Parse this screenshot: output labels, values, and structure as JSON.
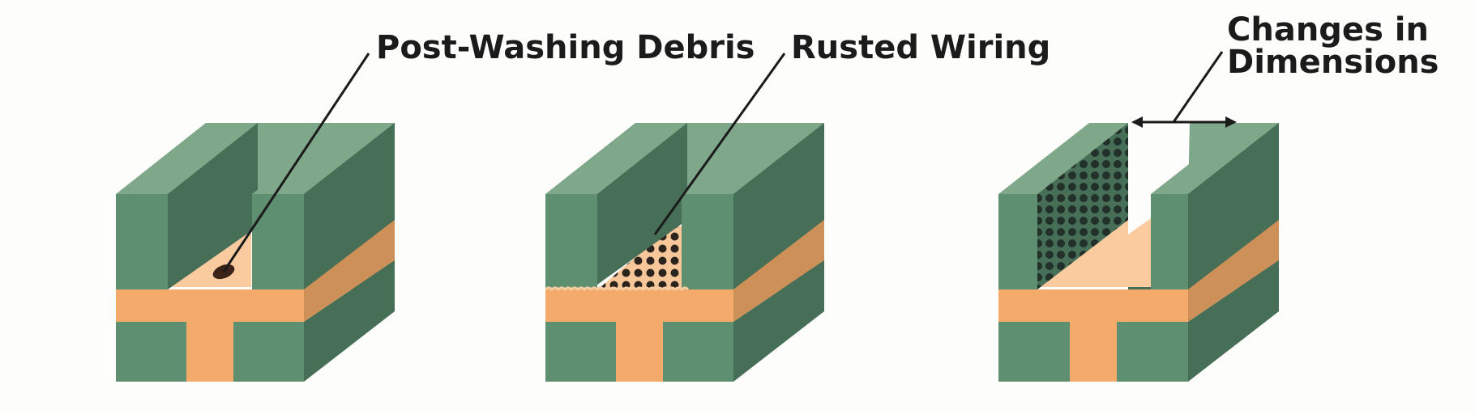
{
  "labels": {
    "debris": "Post-Washing Debris",
    "rust": "Rusted Wiring",
    "dimensions_line1": "Changes in",
    "dimensions_line2": "Dimensions"
  },
  "colors": {
    "background": "#fdfdfc",
    "green_front": "#5e8f70",
    "green_top": "#7fa78a",
    "green_side": "#476e57",
    "orange_front": "#f4aa6a",
    "orange_side": "#cc9058",
    "floor": "#f9cb9f",
    "dot": "#2b231d",
    "line": "#1b1b1b"
  }
}
